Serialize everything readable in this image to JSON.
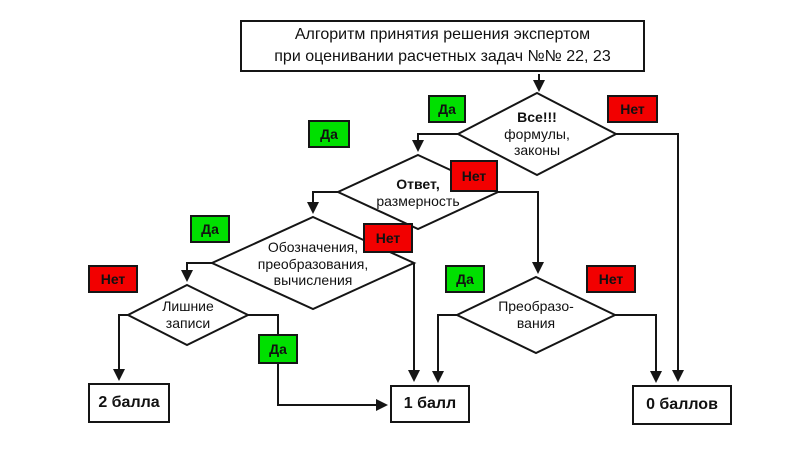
{
  "title": {
    "lines": [
      "Алгоритм принятия решения экспертом",
      "при оценивании расчетных задач №№ 22, 23"
    ]
  },
  "labels": {
    "yes": "Да",
    "no": "Нет"
  },
  "colors": {
    "yes_bg": "#00e000",
    "no_bg": "#f20000",
    "line": "#151515"
  },
  "decisions": [
    {
      "id": "all-formulas",
      "lines": [
        "Все!!!",
        "формулы,",
        "законы"
      ]
    },
    {
      "id": "answer-dimension",
      "lines": [
        "Ответ,",
        "размерность"
      ]
    },
    {
      "id": "notation-transform-calc",
      "lines": [
        "Обозначения,",
        "преобразования,",
        "вычисления"
      ]
    },
    {
      "id": "extra-notes",
      "lines": [
        "Лишние",
        "записи"
      ]
    },
    {
      "id": "transformations",
      "lines": [
        "Преобразо-",
        "вания"
      ]
    }
  ],
  "outcomes": [
    {
      "id": "two-points",
      "label": "2 балла"
    },
    {
      "id": "one-point",
      "label": "1 балл"
    },
    {
      "id": "zero-points",
      "label": "0 баллов"
    }
  ]
}
